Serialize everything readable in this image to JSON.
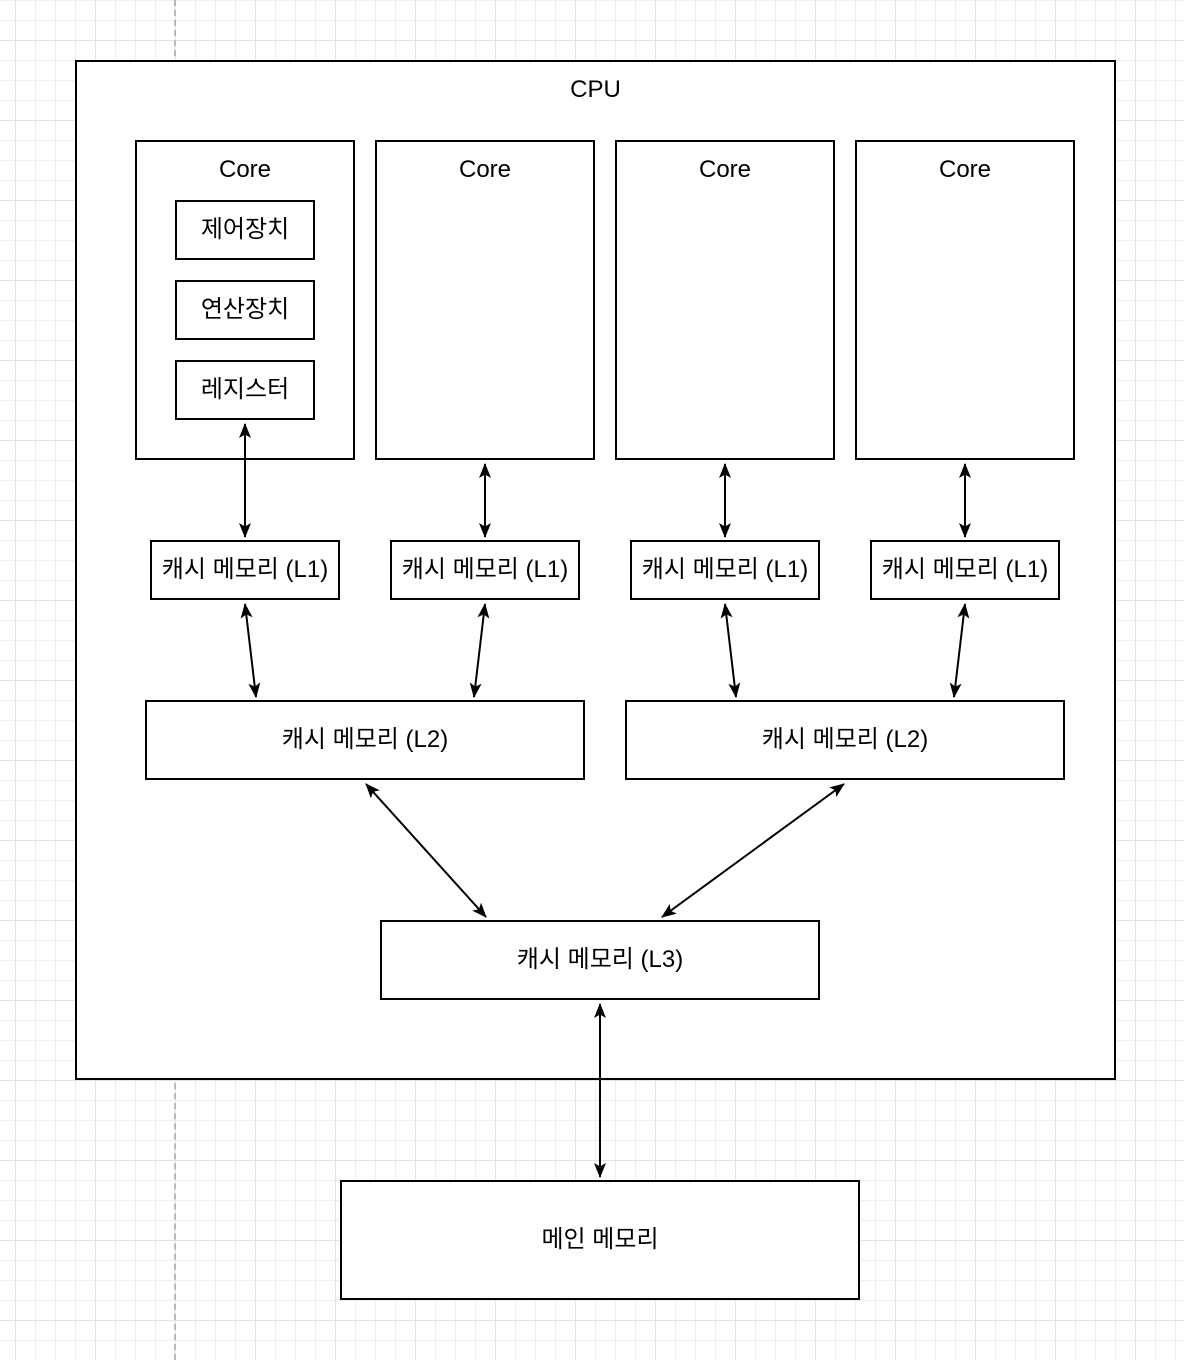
{
  "colors": {
    "stroke": "#000000",
    "node_fill": "#ffffff",
    "grid_minor": "#f0f0f0",
    "grid_major": "#e2e2e2",
    "guide_dashed": "#b8b8b8"
  },
  "diagram": {
    "cpu_label": "CPU",
    "cores": {
      "title": "Core",
      "units": {
        "control_unit": "제어장치",
        "arithmetic_unit": "연산장치",
        "register": "레지스터"
      }
    },
    "caches": {
      "l1": "캐시 메모리 (L1)",
      "l2": "캐시 메모리 (L2)",
      "l3": "캐시 메모리 (L3)"
    },
    "main_memory": "메인 메모리"
  }
}
